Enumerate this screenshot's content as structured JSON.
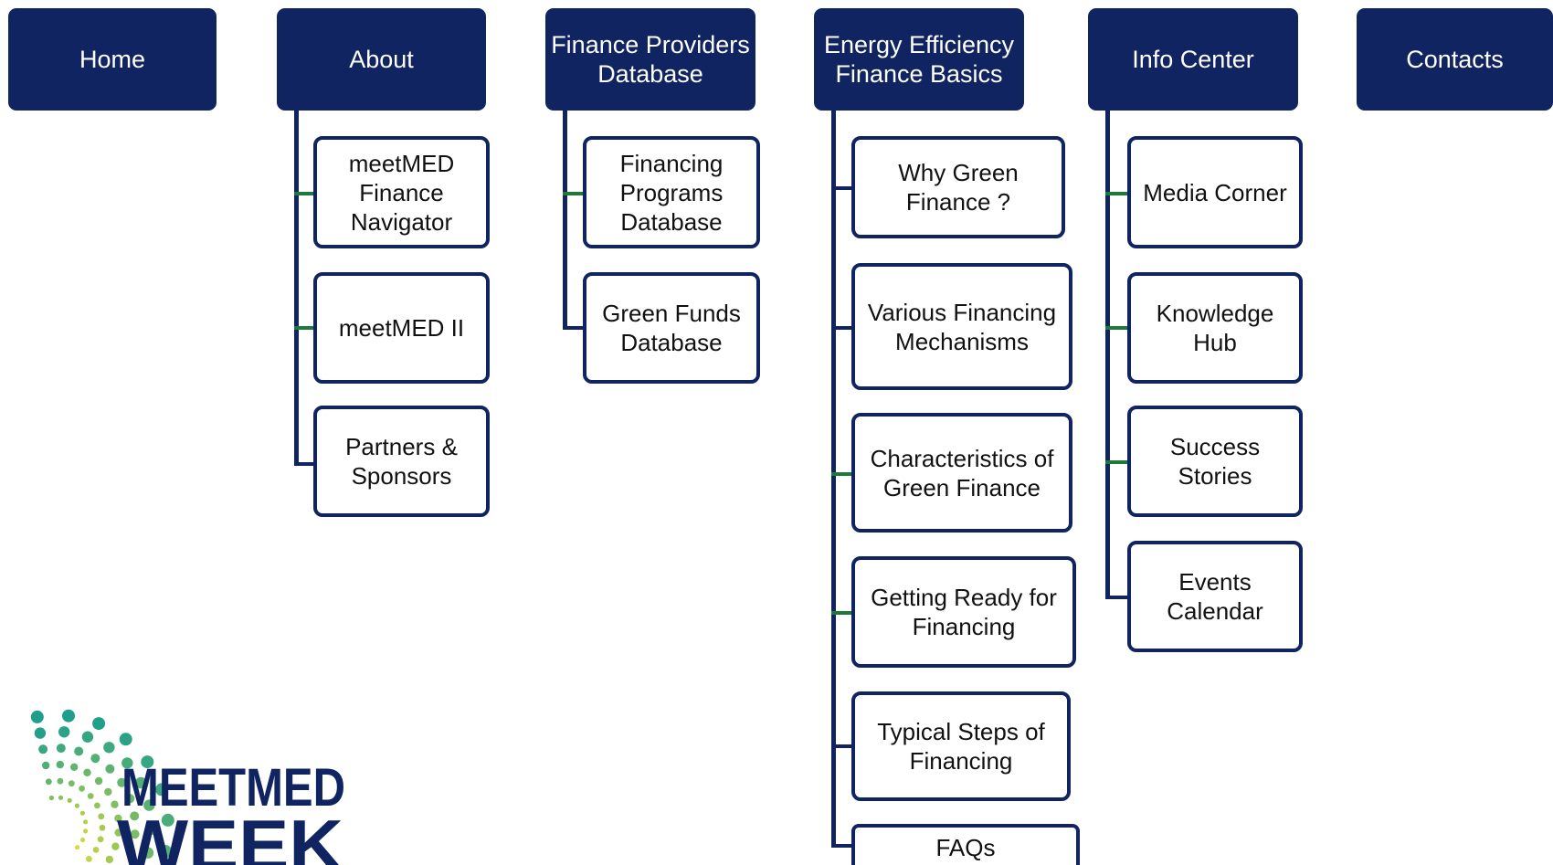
{
  "nav": {
    "home": "Home",
    "about": "About",
    "finance_providers": "Finance Providers\nDatabase",
    "energy_efficiency": "Energy Efficiency\nFinance Basics",
    "info_center": "Info Center",
    "contacts": "Contacts"
  },
  "about_items": [
    "meetMED\nFinance\nNavigator",
    "meetMED II",
    "Partners &\nSponsors"
  ],
  "finance_items": [
    "Financing\nPrograms\nDatabase",
    "Green Funds\nDatabase"
  ],
  "energy_items": [
    "Why Green\nFinance ?",
    "Various Financing\nMechanisms",
    "Characteristics of\nGreen Finance",
    "Getting Ready for\nFinancing",
    "Typical Steps of\nFinancing",
    "FAQs"
  ],
  "info_items": [
    "Media Corner",
    "Knowledge\nHub",
    "Success\nStories",
    "Events\nCalendar"
  ],
  "logo": {
    "line1": "MEETMED",
    "line2": "WEEK"
  },
  "colors": {
    "navy": "#0f2461",
    "connector_green": "#1f7a3a",
    "logo_teal": "#1f9e8c",
    "logo_yellow": "#d8dc3a"
  }
}
